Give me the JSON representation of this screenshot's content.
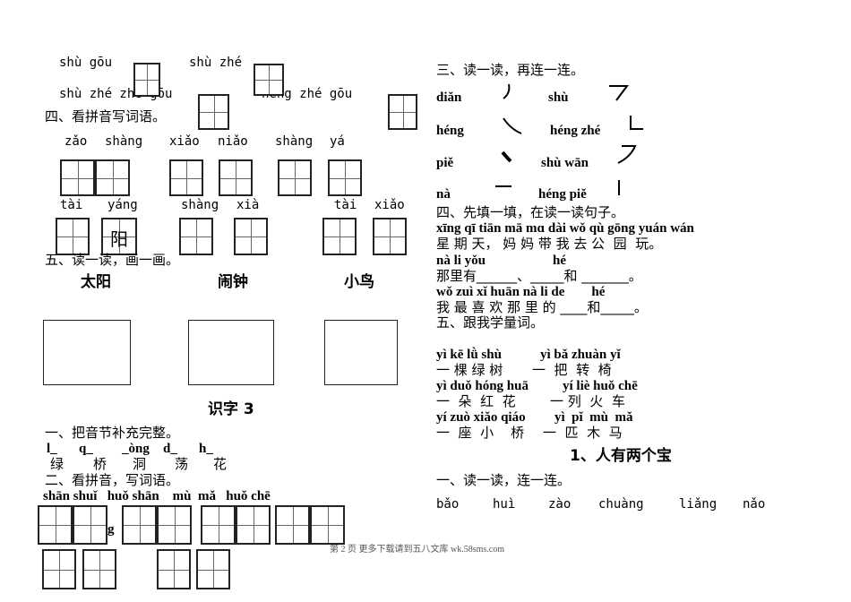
{
  "top_left": {
    "row1": [
      "shù gōu",
      "shù zhé"
    ],
    "row2": [
      "shù zhé zhé gōu",
      "héng zhé gōu"
    ]
  },
  "section4": {
    "title": "四、看拼音写词语。",
    "pinyin_row1": [
      "zǎo",
      "shàng",
      "xiǎo",
      "niǎo",
      "shàng",
      "yá"
    ],
    "pinyin_row2": [
      "tài",
      "yáng",
      "shàng",
      "xià",
      "tài",
      "xiǎo"
    ],
    "filled_char": "阳"
  },
  "section5": {
    "title": "五、读一读，画一画。",
    "words": [
      "太阳",
      "闹钟",
      "小鸟"
    ]
  },
  "lesson_shizi3": {
    "title": "识字 3",
    "q1_title": "一、把音节补充完整。",
    "q1_syllables": [
      "l_",
      "q_",
      "_òng",
      "d_",
      "h_"
    ],
    "q1_chars": [
      "绿",
      "桥",
      "洞",
      "荡",
      "花"
    ],
    "q2_title": "二、看拼音，写词语。",
    "q2_pinyin": "shān shuǐ   huǒ shān    mù  mǎ   huǒ chē",
    "stray_letter": "g"
  },
  "right": {
    "section3_title": "三、读一读，再连一连。",
    "stroke_names_left": [
      "diǎn",
      "héng",
      "piě",
      "nà"
    ],
    "stroke_names_mid": [
      "shù",
      "héng zhé",
      "shù wān",
      "héng piě"
    ],
    "section4_title": "四、先填一填，在读一读句子。",
    "sentence1_pinyin": "xīng qī tiān mā mɑ dài wǒ qù gōng yuán wán",
    "sentence1": "星 期 天， 妈 妈 带 我 去 公  园  玩。",
    "sentence2_pinyin": "nà li yǒu                    hé",
    "sentence2": "那里有______、_____和 _______。",
    "sentence3_pinyin": "wǒ zuì xǐ huān nà li de        hé",
    "sentence3": "我 最 喜 欢 那 里 的 ____和_____。",
    "section5_title": "五、跟我学量词。",
    "measure_words": [
      {
        "pinyin": "yì kē lǜ shù",
        "chars": "一 棵 绿 树"
      },
      {
        "pinyin": "yì bǎ zhuàn yǐ",
        "chars": "一  把  转  椅"
      },
      {
        "pinyin": "yì duǒ hóng huā",
        "chars": "一  朵  红  花"
      },
      {
        "pinyin": "yí liè huǒ chē",
        "chars": "一 列  火  车"
      },
      {
        "pinyin": "yí zuò xiǎo qiáo",
        "chars": "一  座  小    桥"
      },
      {
        "pinyin": "yì  pǐ  mù  mǎ",
        "chars": "一  匹  木  马"
      }
    ],
    "lesson1_title": "1、人有两个宝",
    "lesson1_q1_title": "一、读一读，连一连。",
    "lesson1_pinyin": [
      "bǎo",
      "huì",
      "zào",
      "chuàng",
      "liǎng",
      "nǎo"
    ]
  },
  "footer": "第 2 页 更多下载请到五八文库 wk.58sms.com"
}
